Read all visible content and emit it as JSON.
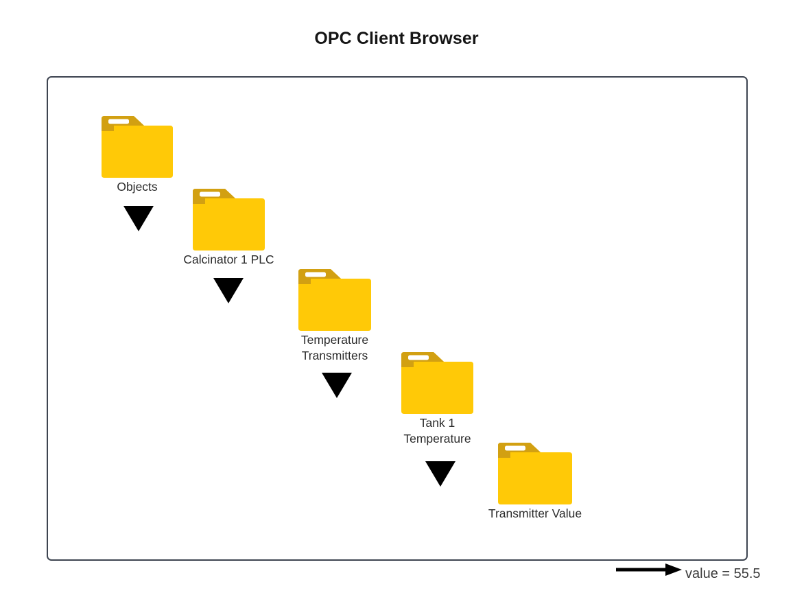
{
  "title": "OPC Client Browser",
  "colors": {
    "frame_border": "#3d4450",
    "folder_body": "#ffc907",
    "folder_body_shade": "#f5bd00",
    "folder_tab": "#d2a012",
    "folder_tab_stripe": "#ffffff",
    "arrow": "#000000",
    "label_text": "#2b2b2b",
    "title_text": "#151515",
    "value_text": "#3a3a3a",
    "background": "#ffffff"
  },
  "tree": {
    "nodes": [
      {
        "id": "objects",
        "label": "Objects",
        "icon": "folder-icon"
      },
      {
        "id": "calcinator-1-plc",
        "label": "Calcinator 1 PLC",
        "icon": "folder-icon"
      },
      {
        "id": "temperature-transmitters",
        "label": "Temperature\nTransmitters",
        "icon": "folder-icon"
      },
      {
        "id": "tank-1-temperature",
        "label": "Tank 1\nTemperature",
        "icon": "folder-icon"
      },
      {
        "id": "transmitter-value",
        "label": "Transmitter Value",
        "icon": "folder-icon"
      }
    ],
    "connectors": [
      {
        "id": "objects-to-calcinator",
        "icon": "triangle-down-icon"
      },
      {
        "id": "calcinator-to-temperature",
        "icon": "triangle-down-icon"
      },
      {
        "id": "temperature-to-tank",
        "icon": "triangle-down-icon"
      },
      {
        "id": "tank-to-transmitter",
        "icon": "triangle-down-icon"
      }
    ]
  },
  "value_annotation": {
    "text": "value = 55.5",
    "icon": "arrow-right-icon"
  }
}
